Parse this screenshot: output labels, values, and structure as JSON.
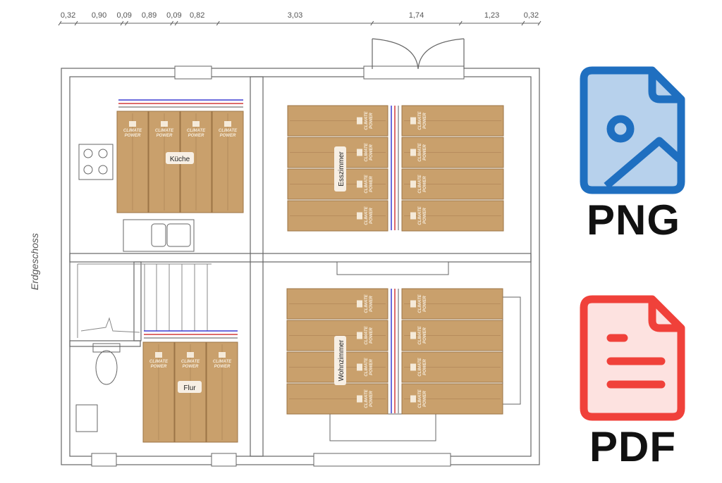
{
  "dimensions": [
    "0,32",
    "0,90",
    "0,09",
    "0,89",
    "0,09",
    "0,82",
    "3,03",
    "1,74",
    "1,23",
    "0,32"
  ],
  "dimension_values_m": [
    0.32,
    0.9,
    0.09,
    0.89,
    0.09,
    0.82,
    3.03,
    1.74,
    1.23,
    0.32
  ],
  "floor_label": "Erdgeschoss",
  "panel_brand": [
    "CLIMATE",
    "POWER"
  ],
  "rooms": [
    {
      "name": "Küche",
      "panels": 4,
      "orientation": "vertical"
    },
    {
      "name": "Esszimmer",
      "panels": 8,
      "orientation": "horizontal"
    },
    {
      "name": "Wohnzimmer",
      "panels": 8,
      "orientation": "horizontal"
    },
    {
      "name": "Flur",
      "panels": 3,
      "orientation": "vertical"
    }
  ],
  "downloads": {
    "png_label": "PNG",
    "pdf_label": "PDF"
  },
  "colors": {
    "panel": "#c9a06c",
    "png_blue": "#1f6fc0",
    "png_fill": "#b7d1ec",
    "pdf_red": "#f0413a",
    "pdf_fill": "#fde2e0",
    "pipe_red": "#d23a3a",
    "pipe_blue": "#3a3ad2"
  }
}
